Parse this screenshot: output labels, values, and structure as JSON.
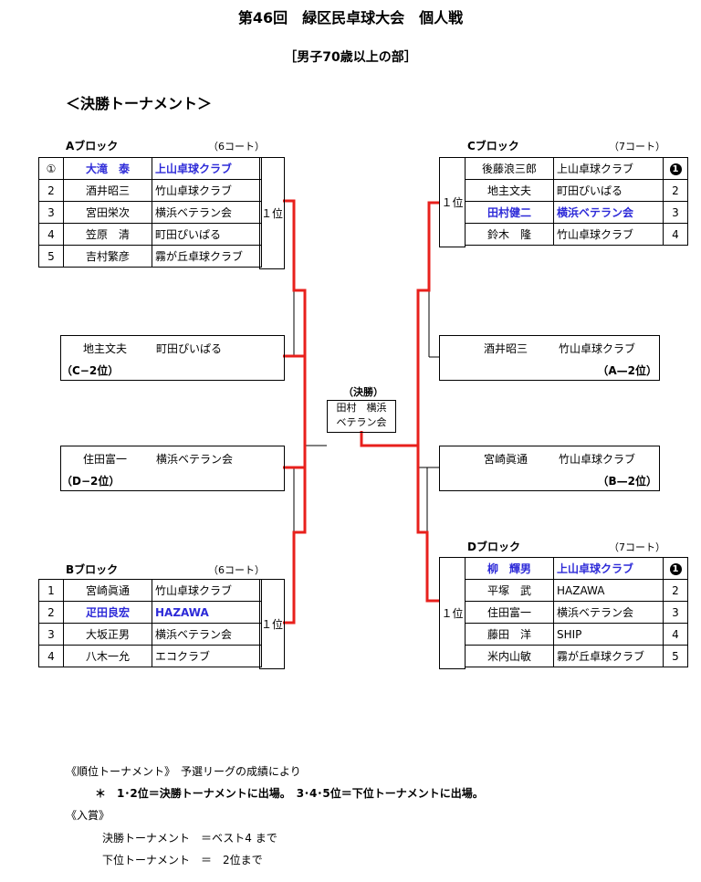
{
  "title": "第46回　緑区民卓球大会　個人戦",
  "subtitle": "［男子70歳以上の部］",
  "section": "＜決勝トーナメント＞",
  "rank1_label": "１位",
  "colors": {
    "highlight": "#2d2ad8",
    "bracket_red": "#e8201c",
    "line_black": "#000000"
  },
  "blocks": {
    "A": {
      "label": "Aブロック",
      "court": "（6コート）",
      "rows": [
        {
          "num": "①",
          "name": "大滝　泰",
          "club": "上山卓球クラブ",
          "hl": true
        },
        {
          "num": "2",
          "name": "酒井昭三",
          "club": "竹山卓球クラブ",
          "hl": false
        },
        {
          "num": "3",
          "name": "宮田栄次",
          "club": "横浜ベテラン会",
          "hl": false
        },
        {
          "num": "4",
          "name": "笠原　清",
          "club": "町田ぴいぱる",
          "hl": false
        },
        {
          "num": "5",
          "name": "吉村繁彦",
          "club": "霧が丘卓球クラブ",
          "hl": false
        }
      ]
    },
    "B": {
      "label": "Bブロック",
      "court": "（6コート）",
      "rows": [
        {
          "num": "1",
          "name": "宮崎眞通",
          "club": "竹山卓球クラブ",
          "hl": false
        },
        {
          "num": "2",
          "name": "疋田良宏",
          "club": "HAZAWA",
          "hl": true
        },
        {
          "num": "3",
          "name": "大坂正男",
          "club": "横浜ベテラン会",
          "hl": false
        },
        {
          "num": "4",
          "name": "八木一允",
          "club": "エコクラブ",
          "hl": false
        }
      ]
    },
    "C": {
      "label": "Cブロック",
      "court": "（7コート）",
      "rows": [
        {
          "name": "後藤浪三郎",
          "club": "上山卓球クラブ",
          "num": "1",
          "hl": false
        },
        {
          "name": "地主文夫",
          "club": "町田ぴいぱる",
          "num": "2",
          "hl": false
        },
        {
          "name": "田村健二",
          "club": "横浜ベテラン会",
          "num": "3",
          "hl": true
        },
        {
          "name": "鈴木　隆",
          "club": "竹山卓球クラブ",
          "num": "4",
          "hl": false
        }
      ]
    },
    "D": {
      "label": "Dブロック",
      "court": "（7コート）",
      "rows": [
        {
          "name": "柳　輝男",
          "club": "上山卓球クラブ",
          "num": "1",
          "hl": true
        },
        {
          "name": "平塚　武",
          "club": "HAZAWA",
          "num": "2",
          "hl": false
        },
        {
          "name": "住田富一",
          "club": "横浜ベテラン会",
          "num": "3",
          "hl": false
        },
        {
          "name": "藤田　洋",
          "club": "SHIP",
          "num": "4",
          "hl": false
        },
        {
          "name": "米内山敏",
          "club": "霧が丘卓球クラブ",
          "num": "5",
          "hl": false
        }
      ]
    }
  },
  "seconds": {
    "c2": {
      "name": "地主文夫",
      "club": "町田ぴいぱる",
      "tag": "（C−2位）"
    },
    "a2": {
      "name": "酒井昭三",
      "club": "竹山卓球クラブ",
      "tag": "（A—2位）"
    },
    "d2": {
      "name": "住田富一",
      "club": "横浜ベテラン会",
      "tag": "（D−2位）"
    },
    "b2": {
      "name": "宮崎眞通",
      "club": "竹山卓球クラブ",
      "tag": "（B—2位）"
    }
  },
  "final": {
    "label": "（決勝）",
    "line1": "田村　横浜",
    "line2": "ベテラン会"
  },
  "notes": {
    "rank_title": "《順位トーナメント》　予選リーグの成績により",
    "rule": "＊　1･2位＝決勝トーナメントに出場。　3･4･5位＝下位トーナメントに出場。",
    "prize_title": "《入賞》",
    "prize1": "決勝トーナメント　＝ベスト4  まで",
    "prize2": "下位トーナメント　＝　2位まで"
  }
}
